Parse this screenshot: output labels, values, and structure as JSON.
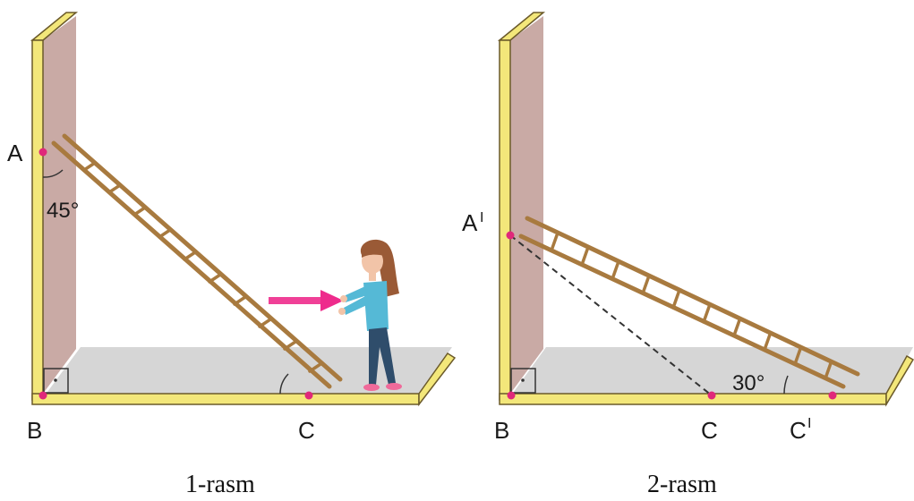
{
  "figure1": {
    "labels": {
      "A": "A",
      "B": "B",
      "C": "C"
    },
    "angle_label": "45°",
    "caption": "1-rasm"
  },
  "figure2": {
    "labels": {
      "A": "A",
      "A_prime_mark": "I",
      "B": "B",
      "C": "C",
      "C_prime": "C",
      "C_prime_mark": "I"
    },
    "angle_label": "30°",
    "caption": "2-rasm"
  },
  "colors": {
    "wall": "#c9aaa5",
    "frame": "#f3e77a",
    "frame_edge": "#6b5a2a",
    "floor": "#d6d6d6",
    "ladder": "#a87a3f",
    "point": "#e0287a",
    "arrow": "#ee2b8c",
    "girl_shirt": "#55b9d6",
    "girl_pants": "#2f4d6b",
    "girl_hair": "#9a5a36",
    "girl_skin": "#f2c4a8",
    "girl_shoes": "#f06a9a"
  }
}
